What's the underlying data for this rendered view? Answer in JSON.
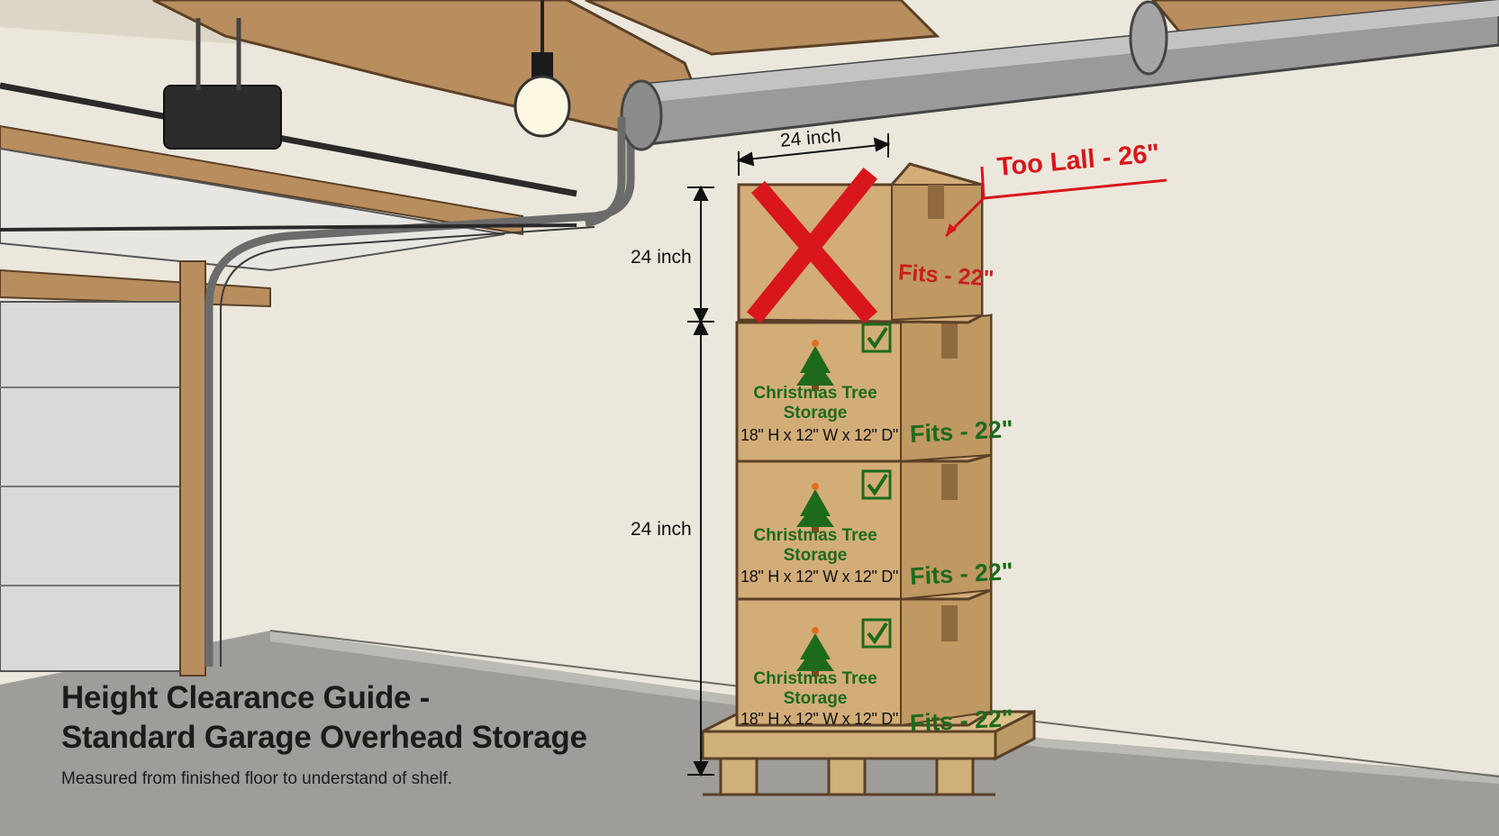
{
  "title_line1": "Height Clearance Guide -",
  "title_line2": "Standard Garage Overhead Storage",
  "subtitle": "Measured from finished floor to understand of shelf.",
  "dimensions": {
    "top_width": "24 inch",
    "upper_height": "24 inch",
    "lower_height": "24 inch"
  },
  "too_tall_label": "Too Lall - 26\"",
  "boxes": [
    {
      "status": "rejected",
      "fits_label": "Fits - 22\""
    },
    {
      "status": "accepted",
      "title": "Christmas Tree Storage",
      "size": "18\" H x 12\" W x 12\" D\"",
      "fits_label": "Fits - 22\""
    },
    {
      "status": "accepted",
      "title": "Christmas Tree Storage",
      "size": "18\" H x 12\" W x 12\" D\"",
      "fits_label": "Fits - 22\""
    },
    {
      "status": "accepted",
      "title": "Christmas Tree Storage",
      "size": "18\" H x 12\" W x 12\" D\"",
      "fits_label": "Fits - 22\""
    }
  ],
  "icons": [
    "garage-opener-icon",
    "light-bulb-icon",
    "duct-pipe-icon",
    "red-x-icon",
    "checkbox-icon",
    "tree-icon",
    "pallet-icon"
  ],
  "colors": {
    "wall": "#ece7dc",
    "floor": "#9e9d9a",
    "beam": "#b88e5f",
    "box": "#d3ad78",
    "box_side": "#bf9862",
    "reject": "#d8161b",
    "accept": "#1d6a1d"
  }
}
